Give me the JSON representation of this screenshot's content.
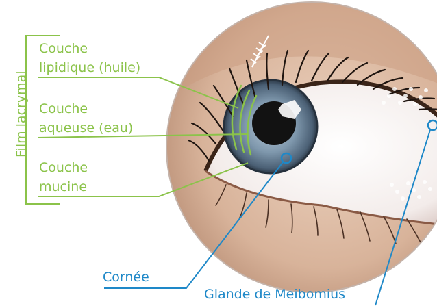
{
  "title_vertical": "Film lacrymal",
  "labels": {
    "lipid_l1": "Couche",
    "lipid_l2": "lipidique (huile)",
    "aqueous_l1": "Couche",
    "aqueous_l2": "aqueuse (eau)",
    "mucin_l1": "Couche",
    "mucin_l2": "mucine",
    "cornea": "Cornée",
    "meibomian": "Glande de Meibomius"
  },
  "colors": {
    "tear_film_green": "#8bc34a",
    "callout_blue": "#1e88c8",
    "iris": "#5d7b95",
    "skin": "#d9b49a"
  }
}
